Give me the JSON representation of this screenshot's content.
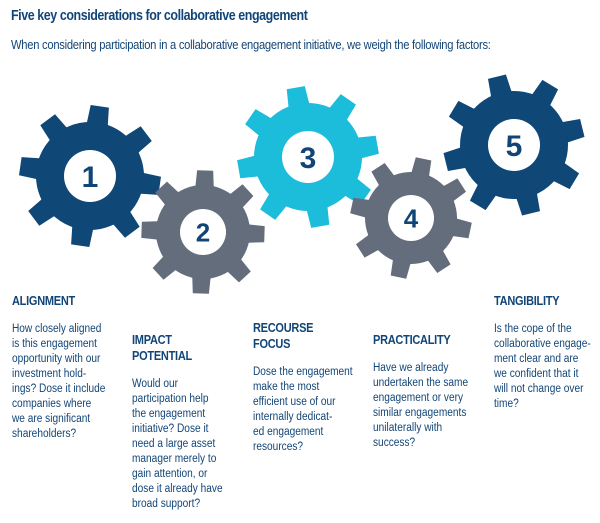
{
  "title": "Five key considerations for collaborative engagement",
  "subtitle": "When considering participation in a collaborative engagement initiative, we weigh the following factors:",
  "colors": {
    "dark_blue": "#0f4777",
    "gray": "#636d7b",
    "cyan": "#1cbcdb",
    "text": "#124577"
  },
  "gears": [
    {
      "number": "1",
      "color": "#0f4777"
    },
    {
      "number": "2",
      "color": "#636d7b"
    },
    {
      "number": "3",
      "color": "#1cbcdb"
    },
    {
      "number": "4",
      "color": "#636d7b"
    },
    {
      "number": "5",
      "color": "#0f4777"
    }
  ],
  "factors": [
    {
      "heading": [
        "ALIGNMENT"
      ],
      "body": [
        "How closely aligned",
        "is this engagement",
        "opportunity with our",
        "investment hold-",
        "ings? Dose it include",
        "companies where",
        "we are significant",
        "shareholders?"
      ]
    },
    {
      "heading": [
        "IMPACT",
        "POTENTIAL"
      ],
      "body": [
        "Would our",
        "participation help",
        "the engagement",
        "initiative? Dose it",
        "need a large asset",
        "manager merely to",
        "gain attention, or",
        "dose it already have",
        "broad support?"
      ]
    },
    {
      "heading": [
        "RECOURSE",
        "FOCUS"
      ],
      "body": [
        "Dose the engagement",
        "make the most",
        "efficient use of our",
        "internally dedicat-",
        "ed engagement",
        "resources?"
      ]
    },
    {
      "heading": [
        "PRACTICALITY"
      ],
      "body": [
        "Have we already",
        "undertaken the same",
        "engagement or very",
        "similar engagements",
        "unilaterally with",
        "success?"
      ]
    },
    {
      "heading": [
        "TANGIBILITY"
      ],
      "body": [
        "Is the cope of the",
        "collaborative engage-",
        "ment clear and are",
        "we confident that it",
        "will not change over",
        "time?"
      ]
    }
  ]
}
